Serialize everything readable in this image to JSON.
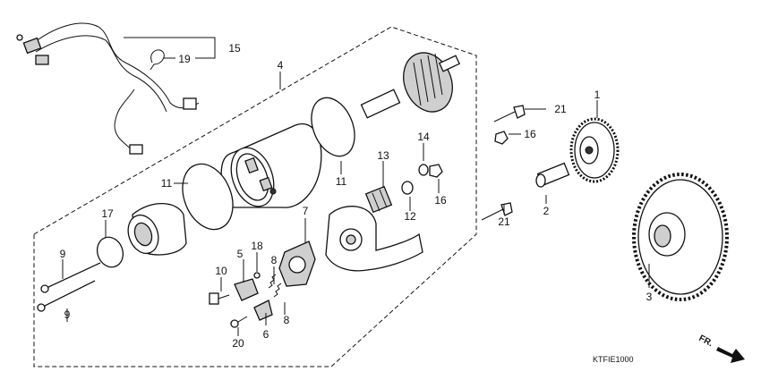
{
  "diagram": {
    "figure_code": "KTFIE1000",
    "direction_label": "FR.",
    "callouts": {
      "c1": "1",
      "c2": "2",
      "c3": "3",
      "c4": "4",
      "c5": "5",
      "c6": "6",
      "c7": "7",
      "c8a": "8",
      "c8b": "8",
      "c9a": "9",
      "c9b": "9",
      "c10": "10",
      "c11a": "11",
      "c11b": "11",
      "c12": "12",
      "c13": "13",
      "c14": "14",
      "c15": "15",
      "c16a": "16",
      "c16b": "16",
      "c17": "17",
      "c18": "18",
      "c19": "19",
      "c20": "20",
      "c21a": "21",
      "c21b": "21"
    }
  }
}
